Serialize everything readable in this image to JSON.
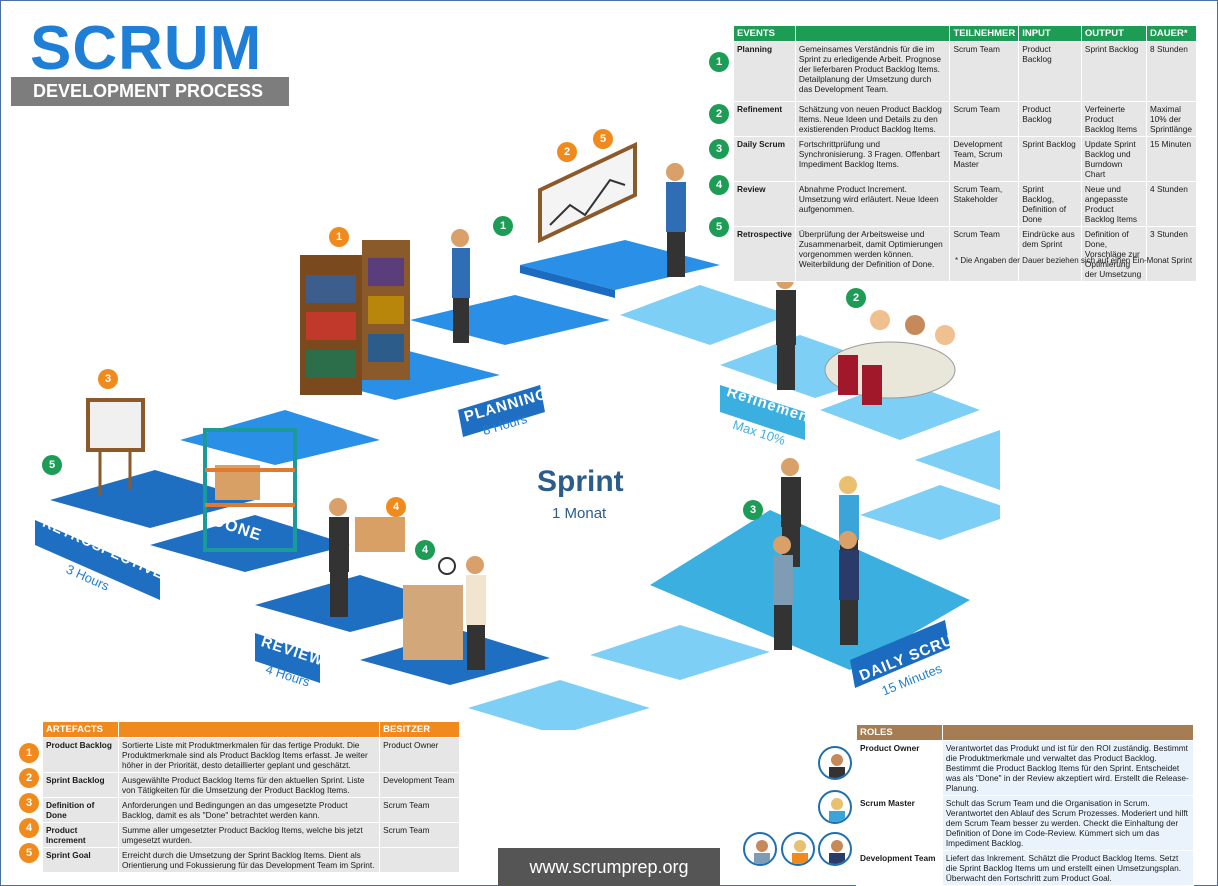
{
  "header": {
    "title": "SCRUM",
    "subtitle": "DEVELOPMENT PROCESS"
  },
  "events": {
    "headers": [
      "EVENTS",
      "",
      "TEILNEHMER",
      "INPUT",
      "OUTPUT",
      "DAUER*"
    ],
    "rows": [
      {
        "num": "1",
        "name": "Planning",
        "desc": "Gemeinsames Verständnis für die im Sprint zu erledigende Arbeit. Prognose der lieferbaren Product Backlog Items. Detailplanung der Umsetzung durch das Development Team.",
        "participants": "Scrum Team",
        "input": "Product Backlog",
        "output": "Sprint Backlog",
        "duration": "8 Stunden"
      },
      {
        "num": "2",
        "name": "Refinement",
        "desc": "Schätzung von neuen Product Backlog Items. Neue Ideen und Details zu den existierenden Product Backlog Items.",
        "participants": "Scrum Team",
        "input": "Product Backlog",
        "output": "Verfeinerte Product Backlog Items",
        "duration": "Maximal 10% der Sprintlänge"
      },
      {
        "num": "3",
        "name": "Daily Scrum",
        "desc": "Fortschrittprüfung und Synchronisierung. 3 Fragen. Offenbart Impediment Backlog Items.",
        "participants": "Development Team, Scrum Master",
        "input": "Sprint Backlog",
        "output": "Update Sprint Backlog und Burndown Chart",
        "duration": "15 Minuten"
      },
      {
        "num": "4",
        "name": "Review",
        "desc": "Abnahme Product Increment. Umsetzung wird erläutert. Neue Ideen aufgenommen.",
        "participants": "Scrum Team, Stakeholder",
        "input": "Sprint Backlog, Definition of Done",
        "output": "Neue und angepasste Product Backlog Items",
        "duration": "4 Stunden"
      },
      {
        "num": "5",
        "name": "Retrospective",
        "desc": "Überprüfung der Arbeitsweise und Zusammenarbeit, damit Optimierungen vorgenommen werden können. Weiterbildung der Definition of Done.",
        "participants": "Scrum Team",
        "input": "Eindrücke aus dem Sprint",
        "output": "Definition of Done, Vorschläge zur Optimierung der Umsetzung",
        "duration": "3 Stunden"
      }
    ],
    "note": "* Die Angaben der Dauer beziehen sich auf einen Ein-Monat Sprint"
  },
  "artefacts": {
    "headers": [
      "ARTEFACTS",
      "",
      "BESITZER"
    ],
    "rows": [
      {
        "num": "1",
        "name": "Product Backlog",
        "desc": "Sortierte Liste mit Produktmerkmalen für das fertige Produkt. Die Produktmerkmale sind als Product Backlog Items erfasst. Je weiter höher in der Priorität, desto detaillierter geplant und geschätzt.",
        "owner": "Product Owner"
      },
      {
        "num": "2",
        "name": "Sprint Backlog",
        "desc": "Ausgewählte Product Backlog Items für den aktuellen Sprint. Liste von Tätigkeiten für die Umsetzung der Product Backlog Items.",
        "owner": "Development Team"
      },
      {
        "num": "3",
        "name": "Definition of Done",
        "desc": "Anforderungen und Bedingungen an das umgesetzte Product Backlog, damit es als \"Done\" betrachtet werden kann.",
        "owner": "Scrum Team"
      },
      {
        "num": "4",
        "name": "Product Increment",
        "desc": "Summe aller umgesetzter Product Backlog Items, welche bis jetzt umgesetzt wurden.",
        "owner": "Scrum Team"
      },
      {
        "num": "5",
        "name": "Sprint Goal",
        "desc": "Erreicht durch die Umsetzung der Sprint Backlog Items. Dient als Orientierung und Fokussierung für das Development Team im Sprint.",
        "owner": ""
      }
    ]
  },
  "roles": {
    "headers": [
      "ROLES",
      ""
    ],
    "rows": [
      {
        "name": "Product Owner",
        "desc": "Verantwortet das Produkt und ist für den ROI zuständig. Bestimmt die Produktmerkmale und verwaltet das Product Backlog. Bestimmt die Product Backlog Items für den Sprint. Entscheidet was als \"Done\" in der Review akzeptiert wird. Erstellt die Release-Planung."
      },
      {
        "name": "Scrum Master",
        "desc": "Schult das Scrum Team und die Organisation in Scrum. Verantwortet den Ablauf des Scrum Prozesses. Moderiert und hilft dem Scrum Team besser zu werden. Checkt die Einhaltung der Definition of Done im Code-Review. Kümmert sich um das Impediment Backlog."
      },
      {
        "name": "Development Team",
        "desc": "Liefert das Inkrement. Schätzt die Product Backlog Items. Setzt die Sprint Backlog Items um und erstellt einen Umsetzungsplan. Überwacht den Fortschritt zum Product Goal."
      }
    ]
  },
  "diagram": {
    "center_title": "Sprint",
    "center_sub": "1 Monat",
    "stations": [
      {
        "label": "PLANNING",
        "sub": "8 Hours"
      },
      {
        "label": "Refinement",
        "sub": "Max 10%"
      },
      {
        "label": "DAILY SCRUM",
        "sub": "15 Minutes"
      },
      {
        "label": "REVIEW",
        "sub": "4 Hours"
      },
      {
        "label": "RETROSPECTIVE",
        "sub": "3 Hours"
      },
      {
        "label": "DONE",
        "sub": ""
      }
    ],
    "badge_numbers": [
      "1",
      "2",
      "3",
      "4",
      "5"
    ]
  },
  "footer": {
    "url": "www.scrumprep.org"
  },
  "colors": {
    "green": "#1c9c55",
    "orange": "#f08a1c",
    "blue": "#1f7fd6",
    "brown": "#a67c52",
    "gray": "#7d7d7d"
  }
}
